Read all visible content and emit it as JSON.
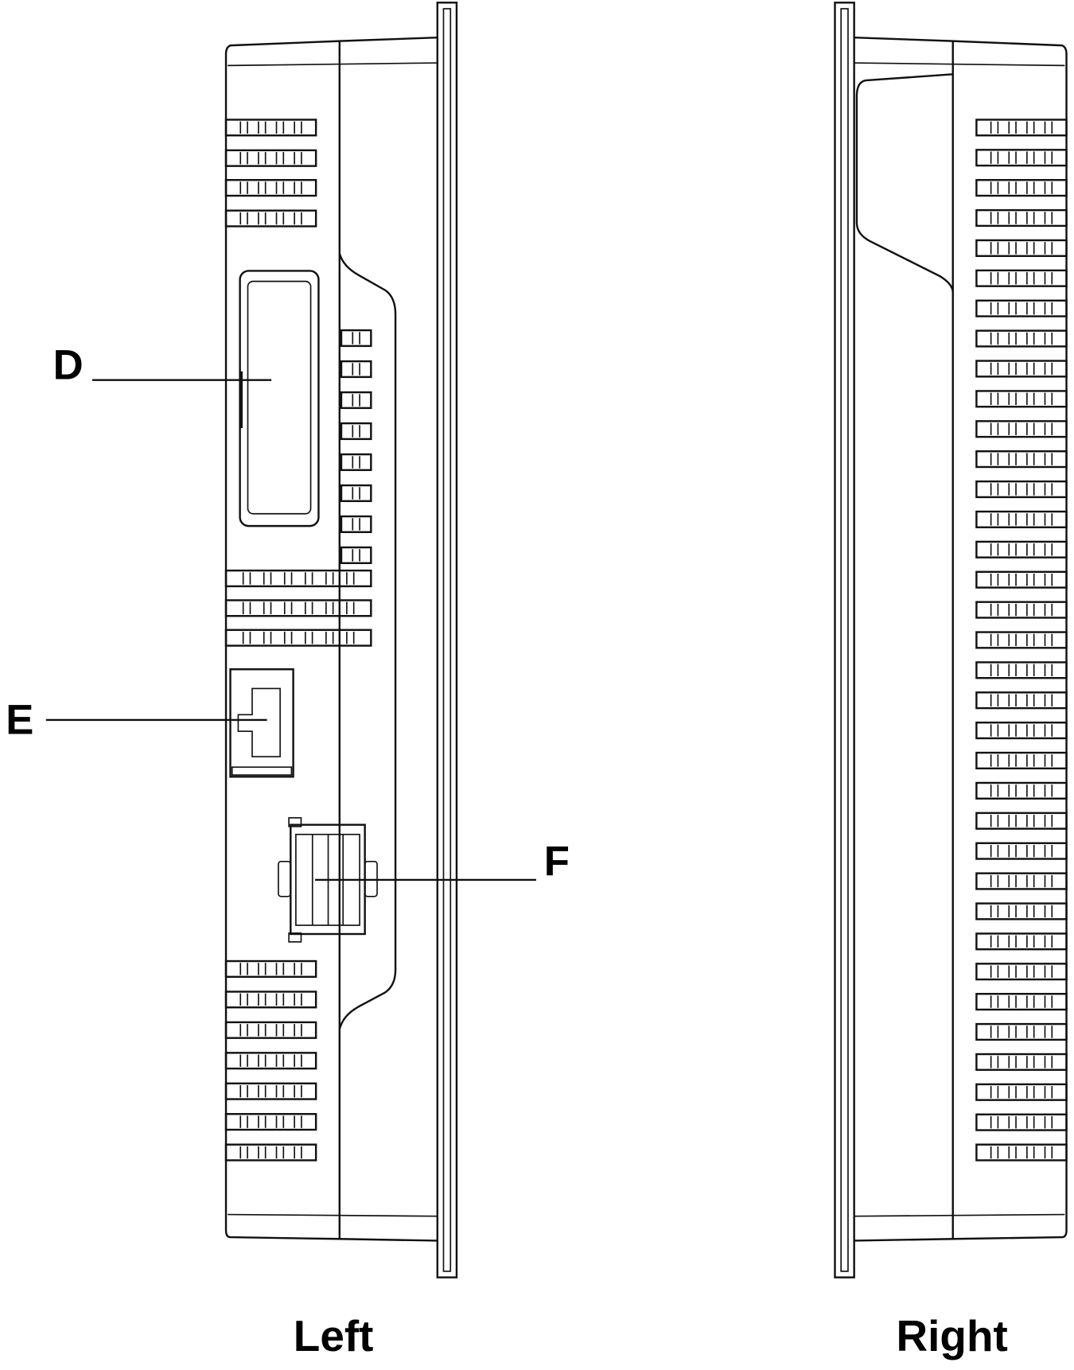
{
  "labels": {
    "d": "D",
    "e": "E",
    "f": "F"
  },
  "views": {
    "left": "Left",
    "right": "Right"
  }
}
